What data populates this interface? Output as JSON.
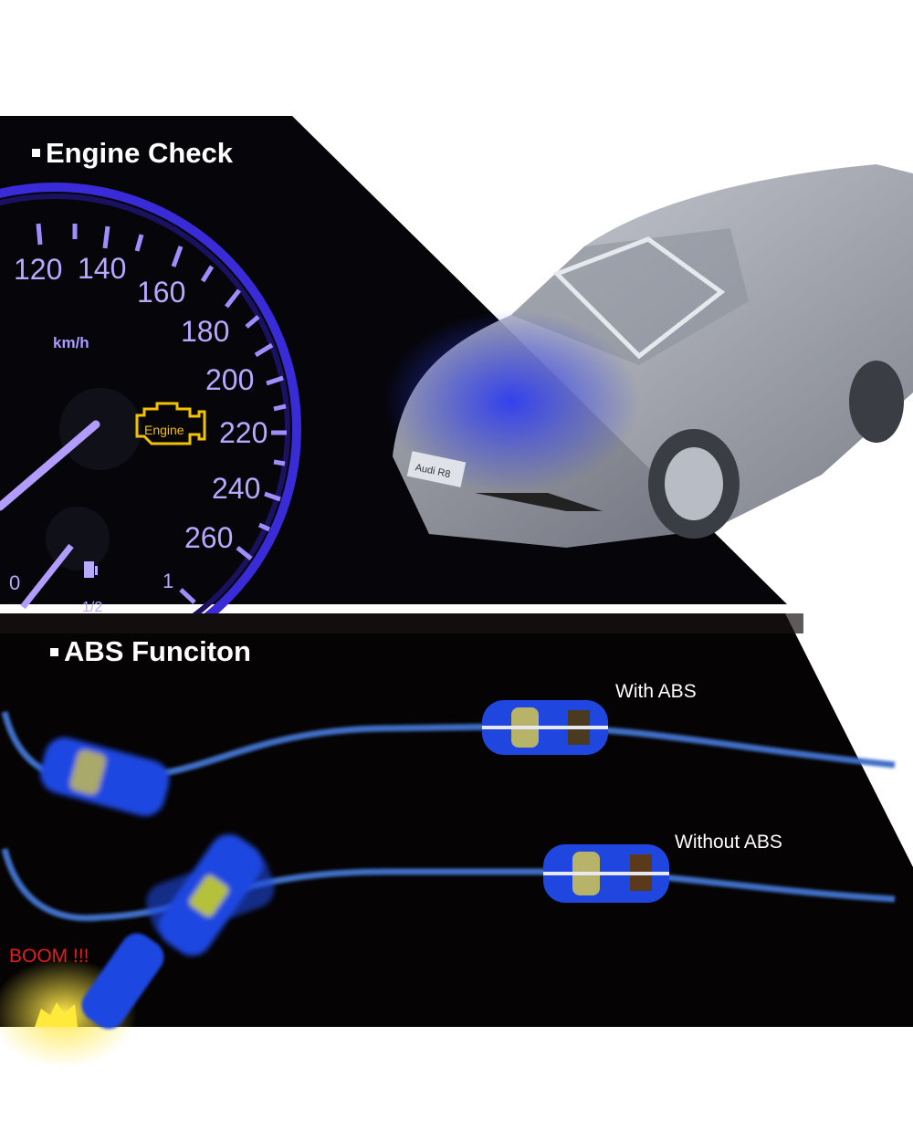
{
  "engine_section": {
    "title": "Engine Check",
    "speed_unit": "km/h",
    "speed_labels": [
      "120",
      "140",
      "160",
      "180",
      "200",
      "220",
      "240",
      "260"
    ],
    "fuel_labels": [
      "0",
      "1",
      "1/2"
    ],
    "warning_light_text": "Engine",
    "car_badge": "Audi R8"
  },
  "abs_section": {
    "title": "ABS Funciton",
    "with_label": "With ABS",
    "without_label": "Without ABS",
    "crash_label": "BOOM !!!"
  },
  "colors": {
    "gauge_blue": "#3a2bd8",
    "needle": "#b39cff",
    "warning": "#f2c200",
    "track": "#3f6fc8",
    "crash_text": "#e0201a"
  }
}
